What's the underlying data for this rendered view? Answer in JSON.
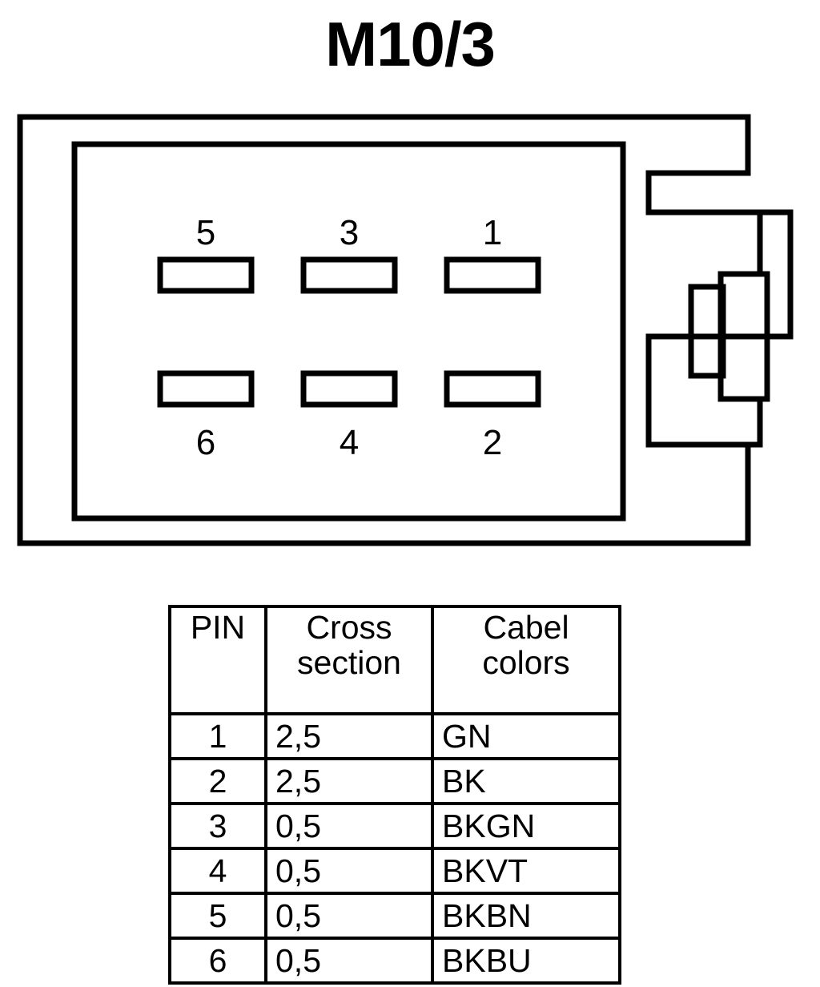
{
  "title": "M10/3",
  "connector": {
    "name": "connector-housing-6-way",
    "top_row_pins": [
      "5",
      "3",
      "1"
    ],
    "bottom_row_pins": [
      "6",
      "4",
      "2"
    ],
    "latch_name": "locking-latch"
  },
  "table": {
    "headers": {
      "pin": "PIN",
      "cross_section_line1": "Cross",
      "cross_section_line2": "section",
      "cabel_colors_line1": "Cabel",
      "cabel_colors_line2": "colors"
    },
    "rows": [
      {
        "pin": "1",
        "cross_section": "2,5",
        "cabel_colors": "GN"
      },
      {
        "pin": "2",
        "cross_section": "2,5",
        "cabel_colors": "BK"
      },
      {
        "pin": "3",
        "cross_section": "0,5",
        "cabel_colors": "BKGN"
      },
      {
        "pin": "4",
        "cross_section": "0,5",
        "cabel_colors": "BKVT"
      },
      {
        "pin": "5",
        "cross_section": "0,5",
        "cabel_colors": "BKBN"
      },
      {
        "pin": "6",
        "cross_section": "0,5",
        "cabel_colors": "BKBU"
      }
    ]
  },
  "colors": {
    "ink": "#000000",
    "paper": "#ffffff"
  }
}
